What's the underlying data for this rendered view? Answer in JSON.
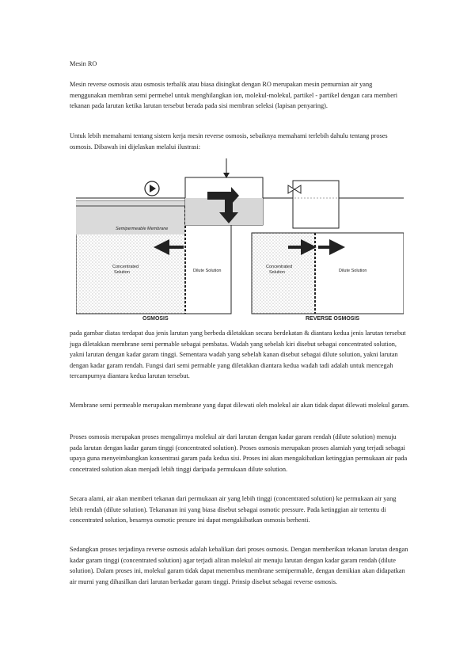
{
  "document": {
    "title": "Mesin RO",
    "paragraphs": [
      "Mesin reverse osmosis atau osmosis terbalik atau biasa disingkat dengan RO merupakan mesin pemurnian air yang menggunakan membran semi permebel untuk menghilangkan ion, molekul-molekul, partikel - partikel dengan cara memberi tekanan pada larutan ketika larutan tersebut berada pada sisi membran seleksi (lapisan penyaring).",
      "Untuk lebih memahami tentang sistem kerja mesin reverse osmosis, sebaiknya memahami terlebih dahulu tentang proses osmosis. Dibawah ini dijelaskan melalui ilustrasi:",
      "  pada gambar diatas terdapat dua jenis larutan yang berbeda diletakkan secara berdekatan & diantara kedua jenis larutan tersebut juga diletakkan membrane semi permable sebagai pembatas. Wadah yang   sebelah kiri disebut sebagai concentrated solution, yakni larutan dengan kadar garam tinggi. Sementara wadah yang sebelah kanan disebut sebagai dilute solution, yakni larutan dengan kadar garam rendah. Fungsi dari semi permable yang diletakkan diantara kedua wadah tadi adalah untuk mencegah tercampurnya diantara kedua larutan tersebut.",
      "Membrane semi permeable merupakan membrane yang dapat dilewati oleh molekul air akan tidak dapat dilewati molekul garam.",
      "Proses osmosis merupakan proses mengalirnya molekul air dari larutan dengan kadar garam rendah (dilute solution) menuju pada larutan dengan kadar garam tinggi (concentrated solution). Proses osmosis merupakan proses alamiah yang terjadi sebagai upaya guna menyeimbangkan konsentrasi garam pada kedua sisi. Proses ini akan mengakibatkan ketinggian permukaan air pada concetrated solution akan menjadi lebih tinggi daripada permukaan dilute solution.",
      "Secara alami, air akan memberi tekanan dari permukaan air yang lebih tinggi (concentrated solution) ke permukaan air yang lebih rendah (dilute solution). Tekananan ini yang biasa disebut sebagai osmotic pressure. Pada ketinggian air tertentu di concentrated solution, besarnya osmotic presure ini dapat mengakibatkan osmosis berhenti.",
      "Sedangkan proses terjadinya reverse osmosis adalah kebalikan dari proses osmosis. Dengan memberikan tekanan larutan dengan kadar garam tinggi (concentrated solution) agar terjadi aliran molekul air menuju larutan dengan kadar garam rendah (dilute solution). Dalam proses ini, molekul garam tidak dapat menembus membrane semipermable, dengan demikian akan didapatkan air murni yang dihasilkan dari larutan berkadar garam tinggi. Prinsip disebut sebagai reverse osmosis."
    ]
  },
  "figure": {
    "left_label": "OSMOSIS",
    "right_label": "REVERSE OSMOSIS",
    "membrane_label": "Semipermeable Membrane",
    "left_concentrated": [
      "Concentrated",
      "Solution"
    ],
    "left_dilute": "Dilute Solution",
    "right_concentrated": [
      "Concentrated",
      "Solution"
    ],
    "right_dilute": "Dilute Solution"
  }
}
